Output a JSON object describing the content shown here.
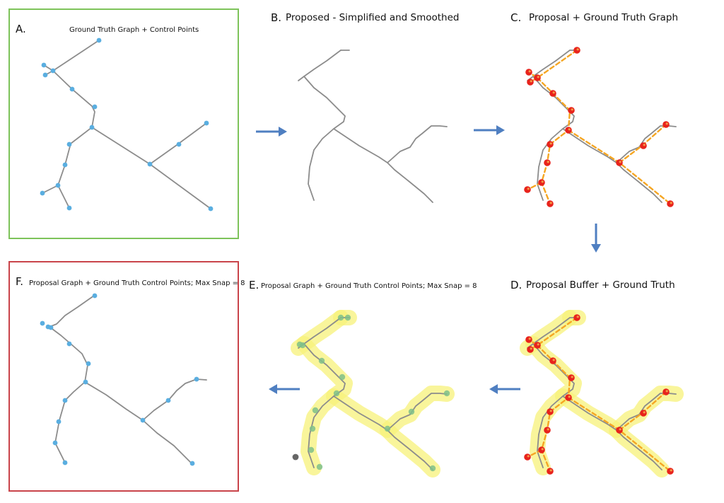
{
  "panels": {
    "a": {
      "letter": "A.",
      "title": "Ground Truth Graph + Control Points"
    },
    "b": {
      "letter": "B.",
      "title": "Proposed - Simplified and Smoothed"
    },
    "c": {
      "letter": "C.",
      "title": "Proposal + Ground Truth Graph"
    },
    "d": {
      "letter": "D.",
      "title": "Proposal Buffer + Ground Truth"
    },
    "e": {
      "letter": "E.",
      "title": "Proposal Graph + Ground Truth Control Points;  Max Snap = 8"
    },
    "f": {
      "letter": "F.",
      "title": "Proposal Graph + Ground Truth Control Points;  Max Snap = 8"
    }
  },
  "colors": {
    "frame_a": "#7dc35a",
    "frame_f": "#c9444a",
    "road": "#8c8c8c",
    "control_point": "#5aaee0",
    "gt_node_red": "#e8231c",
    "gt_line_orange": "#f5a623",
    "buffer_yellow": "#f7f27a",
    "snapped_point": "#7fbf8a",
    "unsnapped_point": "#666666",
    "arrow": "#4f7fc1"
  }
}
